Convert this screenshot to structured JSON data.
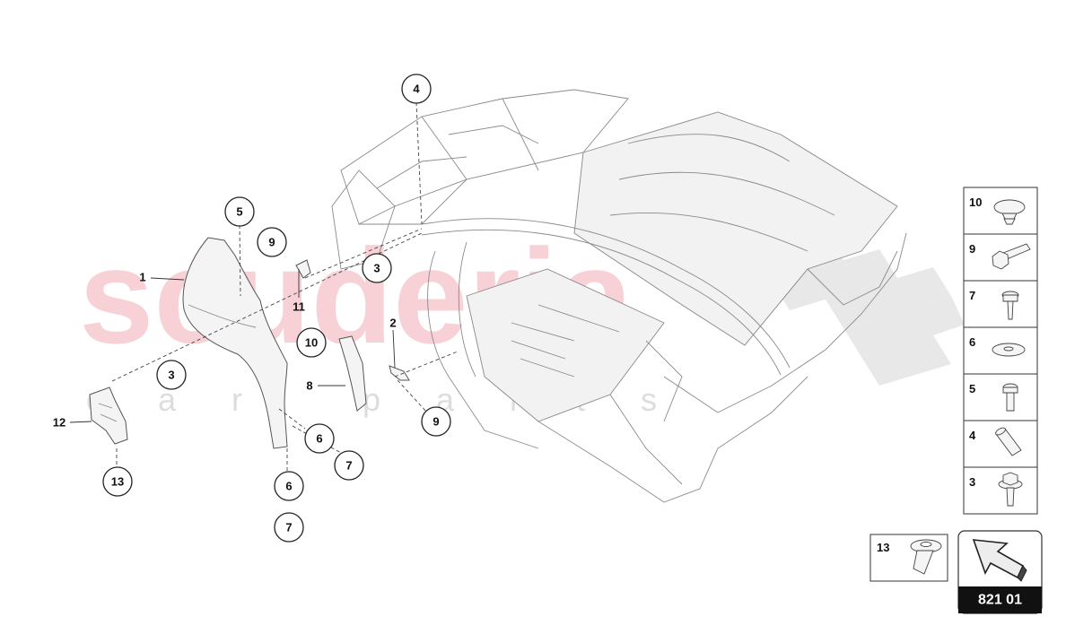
{
  "watermark": {
    "brand": "scuderia",
    "sub": "car parts"
  },
  "callouts": [
    {
      "id": "c4",
      "label": "4"
    },
    {
      "id": "c5",
      "label": "5"
    },
    {
      "id": "c9a",
      "label": "9"
    },
    {
      "id": "c3a",
      "label": "3"
    },
    {
      "id": "c10",
      "label": "10"
    },
    {
      "id": "c3b",
      "label": "3"
    },
    {
      "id": "c9b",
      "label": "9"
    },
    {
      "id": "c6a",
      "label": "6"
    },
    {
      "id": "c7a",
      "label": "7"
    },
    {
      "id": "c6b",
      "label": "6"
    },
    {
      "id": "c7b",
      "label": "7"
    },
    {
      "id": "c13",
      "label": "13"
    }
  ],
  "plain_labels": [
    {
      "id": "l1",
      "label": "1"
    },
    {
      "id": "l11",
      "label": "11"
    },
    {
      "id": "l2",
      "label": "2"
    },
    {
      "id": "l8",
      "label": "8"
    },
    {
      "id": "l12",
      "label": "12"
    }
  ],
  "legend": [
    {
      "num": "10",
      "icon": "clip-icon"
    },
    {
      "num": "9",
      "icon": "hex-bolt-icon"
    },
    {
      "num": "7",
      "icon": "torx-screw-icon"
    },
    {
      "num": "6",
      "icon": "washer-icon"
    },
    {
      "num": "5",
      "icon": "screw-icon"
    },
    {
      "num": "4",
      "icon": "rivet-nut-icon"
    },
    {
      "num": "3",
      "icon": "flange-bolt-icon"
    }
  ],
  "legend_extra": {
    "num": "13",
    "icon": "flange-screw-icon"
  },
  "reference": {
    "code": "821 01"
  }
}
